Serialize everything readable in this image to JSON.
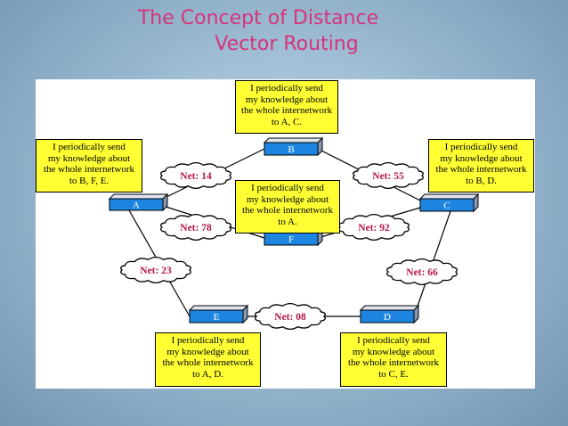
{
  "slide": {
    "title_line1": "The Concept of Distance",
    "title_line2": "Vector Routing"
  },
  "colors": {
    "title": "#d6337c",
    "message_box": "#ffff33",
    "router_front": "#1d85e0",
    "router_top": "#dfe4ee",
    "router_side": "#8797b4",
    "cloud": "#ffffff"
  },
  "routers": [
    {
      "id": "A",
      "label": "A"
    },
    {
      "id": "B",
      "label": "B"
    },
    {
      "id": "C",
      "label": "C"
    },
    {
      "id": "D",
      "label": "D"
    },
    {
      "id": "E",
      "label": "E"
    },
    {
      "id": "F",
      "label": "F"
    }
  ],
  "networks": [
    {
      "label": "Net: 14",
      "between": [
        "A",
        "B"
      ]
    },
    {
      "label": "Net: 55",
      "between": [
        "B",
        "C"
      ]
    },
    {
      "label": "Net: 78",
      "between": [
        "A",
        "F"
      ]
    },
    {
      "label": "Net: 92",
      "between": [
        "F",
        "C"
      ]
    },
    {
      "label": "Net: 23",
      "between": [
        "A",
        "E"
      ]
    },
    {
      "label": "Net: 66",
      "between": [
        "C",
        "D"
      ]
    },
    {
      "label": "Net: 08",
      "between": [
        "E",
        "D"
      ]
    }
  ],
  "messages": {
    "B": [
      "I periodically send",
      "my knowledge about",
      "the whole internetwork",
      "to A, C."
    ],
    "A": [
      "I periodically send",
      "my knowledge about",
      "the whole internetwork",
      "to B, F, E."
    ],
    "C": [
      "I periodically send",
      "my knowledge about",
      "the whole internetwork",
      "to B, D."
    ],
    "F": [
      "I periodically send",
      "my knowledge about",
      "the whole internetwork",
      "to A."
    ],
    "E": [
      "I periodically send",
      "my knowledge about",
      "the whole internetwork",
      "to A, D."
    ],
    "D": [
      "I periodically send",
      "my knowledge about",
      "the whole internetwork",
      "to C, E."
    ]
  }
}
